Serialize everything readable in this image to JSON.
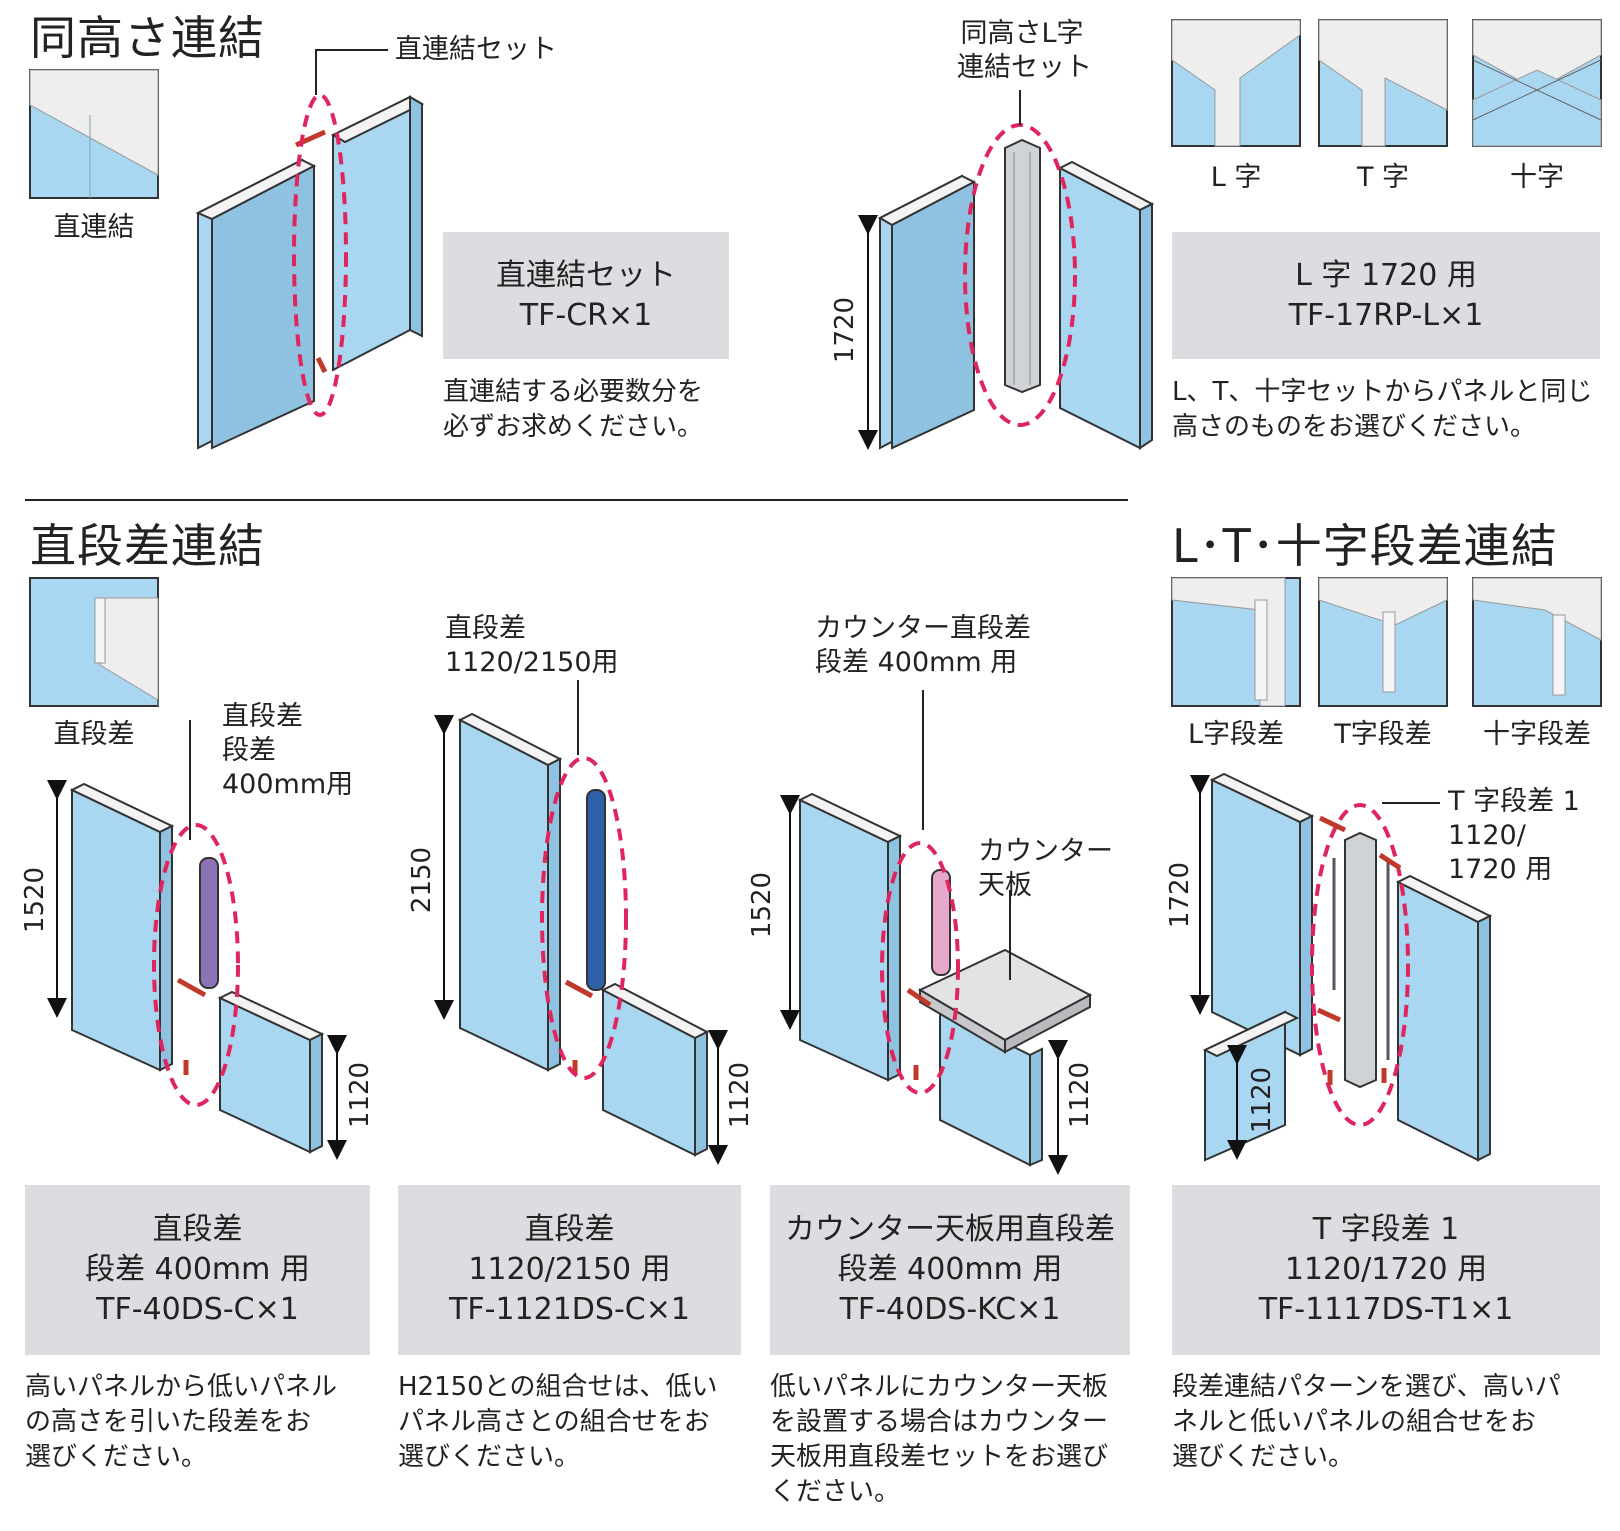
{
  "sec1": {
    "title": "同高さ連結",
    "thumb_caption": "直連結",
    "callout": "直連結セット",
    "box": [
      "直連結セット",
      "TF-CR×1"
    ],
    "desc": [
      "直連結する必要数分を",
      "必ずお求めください。"
    ]
  },
  "sec2": {
    "callout": [
      "同高さL字",
      "連結セット"
    ],
    "dim": "1720"
  },
  "sec3": {
    "thumbs": [
      "L 字",
      "T 字",
      "十字"
    ],
    "box": [
      "L 字 1720 用",
      "TF-17RP-L×1"
    ],
    "desc": [
      "L、T、十字セットからパネルと同じ",
      "高さのものをお選びください。"
    ]
  },
  "sec4": {
    "title": "直段差連結",
    "thumb_caption": "直段差",
    "callout": [
      "直段差",
      "段差",
      "400mm用"
    ],
    "dim_high": "1520",
    "dim_low": "1120",
    "box": [
      "直段差",
      "段差 400mm 用",
      "TF-40DS-C×1"
    ],
    "desc": [
      "高いパネルから低いパネル",
      "の高さを引いた段差をお",
      "選びください。"
    ]
  },
  "sec5": {
    "callout": [
      "直段差",
      "1120/2150用"
    ],
    "dim_high": "2150",
    "dim_low": "1120",
    "box": [
      "直段差",
      "1120/2150 用",
      "TF-1121DS-C×1"
    ],
    "desc": [
      "H2150との組合せは、低い",
      "パネル高さとの組合せをお",
      "選びください。"
    ]
  },
  "sec6": {
    "callout": [
      "カウンター直段差",
      "段差 400mm 用"
    ],
    "counter_label": [
      "カウンター",
      "天板"
    ],
    "dim_high": "1520",
    "dim_low": "1120",
    "box": [
      "カウンター天板用直段差",
      "段差 400mm 用",
      "TF-40DS-KC×1"
    ],
    "desc": [
      "低いパネルにカウンター天板",
      "を設置する場合はカウンター",
      "天板用直段差セットをお選び",
      "ください。"
    ]
  },
  "sec7": {
    "title": "L･T･十字段差連結",
    "thumbs": [
      "L字段差",
      "T字段差",
      "十字段差"
    ],
    "callout": [
      "T 字段差 1",
      "1120/",
      "1720 用"
    ],
    "dim_high": "1720",
    "dim_low": "1120",
    "box": [
      "T 字段差 1",
      "1120/1720 用",
      "TF-1117DS-T1×1"
    ],
    "desc": [
      "段差連結パターンを選び、高いパ",
      "ネルと低いパネルの組合せをお",
      "選びください。"
    ]
  },
  "colors": {
    "panel": "#a9d6f0",
    "dash": "#e0245e",
    "box": "#dcdde0",
    "purple": "#8e72b8",
    "blue": "#2f5fa8",
    "pink": "#e7a6cc"
  }
}
